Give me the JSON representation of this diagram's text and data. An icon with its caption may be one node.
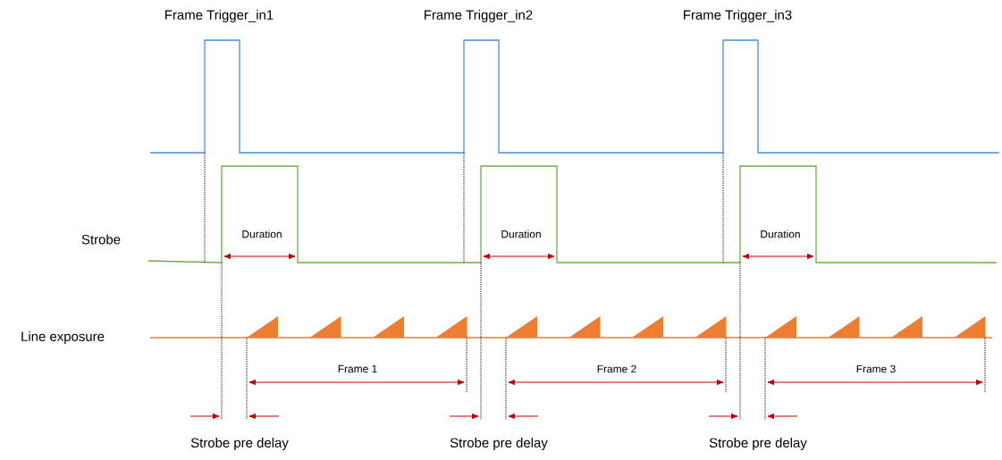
{
  "diagram": {
    "labels": [
      "Frame Trigger_in1",
      "Frame Trigger_in2",
      "Frame Trigger_in3",
      "Strobe",
      "Duration",
      "Duration",
      "Duration",
      "Line  exposure",
      "Frame 1",
      "Frame 2",
      "Frame 3",
      "Strobe pre delay",
      "Strobe pre delay",
      "Strobe pre delay"
    ]
  }
}
